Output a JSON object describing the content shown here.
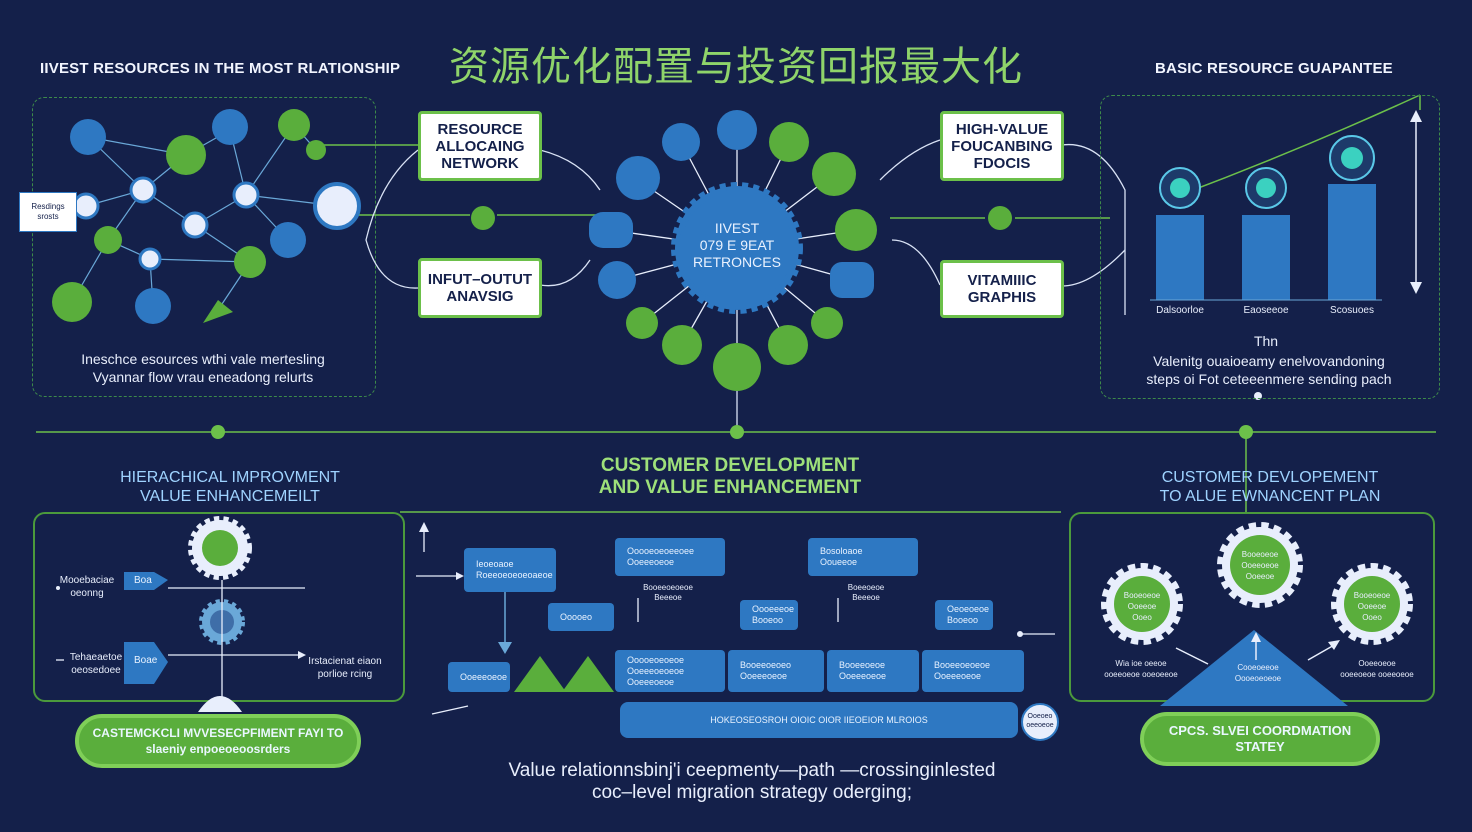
{
  "title": "资源优化配置与投资回报最大化",
  "left_top": {
    "heading": "IIVEST RESOURCES IN THE MOST RLATIONSHIP",
    "side_label": "Resdings\nsrosts",
    "caption": "Ineschce esources wthi vale mertesling\nVyannar flow vrau eneadong relurts"
  },
  "center_top": {
    "box_resource": "RESOURCE\nALLOCAING\nNETWORK",
    "box_io": "INFUT–OUTUT\nANAVSIG",
    "box_high": "HIGH-VALUE\nFOUCANBING\nFDOCIS",
    "box_vitamic": "VITAMIIIC\nGRAPHIS",
    "hub": "IIVEST\n079 E 9EAT\nRETRONCES"
  },
  "right_top": {
    "heading": "BASIC RESOURCE GUAPANTEE",
    "bar_labels": [
      "Dalsoorloe",
      "Eaoseeoe",
      "Scosuoes"
    ],
    "mini_label": "Thn",
    "caption": "Valenitg ouaioeamy enelvovandoning\nsteps oi Fot ceteeenmere sending pach"
  },
  "bottom_left": {
    "heading": "HIERACHICAL IMPROVMENT\nVALUE ENHANCEMEILT",
    "label_top": "Mooebaciae\noeonng",
    "label_bottom": "Tehaeaetoe\noeosedoee",
    "box_top": "Boa",
    "box_bottom": "Boae",
    "right_label": "Irstacienat eiaon\nporlioe rcing",
    "pill": "CASTEMCKCLI MVVESECPFIMENT FAYI TO\nslaeniy enpoeoeoosrders"
  },
  "bottom_center": {
    "heading": "CUSTOMER DEVELOPMENT\nAND VALUE ENHANCEMENT",
    "box_a": "Ieoeoaoe\nRoeeoeoeoeoaeoe",
    "box_b": "Ooooeoeoeeoee\nOoeeeoeoe",
    "box_c": "Bosoloaoe\nOoueeoe",
    "box_d": "Ooooeo",
    "box_e": "Oooeeeoe\nBooeoo",
    "box_f": "Oeoeoeoe\nBooeoo",
    "lbl_a": "Booeeoeoeoe\nBeeeoe",
    "lbl_b": "Boeeoeoe\nBeeeoe",
    "row": [
      "Ooooeoeoeoe\nOoeeeoeoeoe\nOoeeeoeoe",
      "Booeeoeoeo\nOoeeeoeoe",
      "Booeeoeoe\nOoeeeoeoe",
      "Booeeoeoeoe\nOoeeeoeoe"
    ],
    "btn_small": "Ooeeeoeoe",
    "bar": "HOKEOSEOSROH OIOIC OIOR IIEOEIOR MLROIOS",
    "end_circle": "Ooeoeo\noeeoeoe",
    "footer": "Value relationnsbinj'i ceepmenty—path —crossinginlested\ncoc–level migration strategy oderging;"
  },
  "bottom_right": {
    "heading": "CUSTOMER DEVLOPEMENT\nTO ALUE EWNANCENT PLAN",
    "gear_top": "Booeoeoe\nOoeeoeoe\nOoeeoe",
    "gear_left": "Booeoeoe\nOoeeoe\nOoeo",
    "gear_right": "Booeoeoe\nOoeeoe\nOoeo",
    "lbl_left": "Wia ioe oeeoe\nooeeoeoe ooeoeeoe",
    "lbl_mid": "Cooeoeeoe\nOooeoeoeoe",
    "lbl_right": "Ooeeoeoe\nooeeoeoe ooeeoeoe",
    "pill": "CPCS. SLVEI COORDMATION\nSTATEY"
  },
  "colors": {
    "bg": "#14204a",
    "green": "#5aae3c",
    "blue": "#2e78c2",
    "light_green": "#8fd46a"
  }
}
